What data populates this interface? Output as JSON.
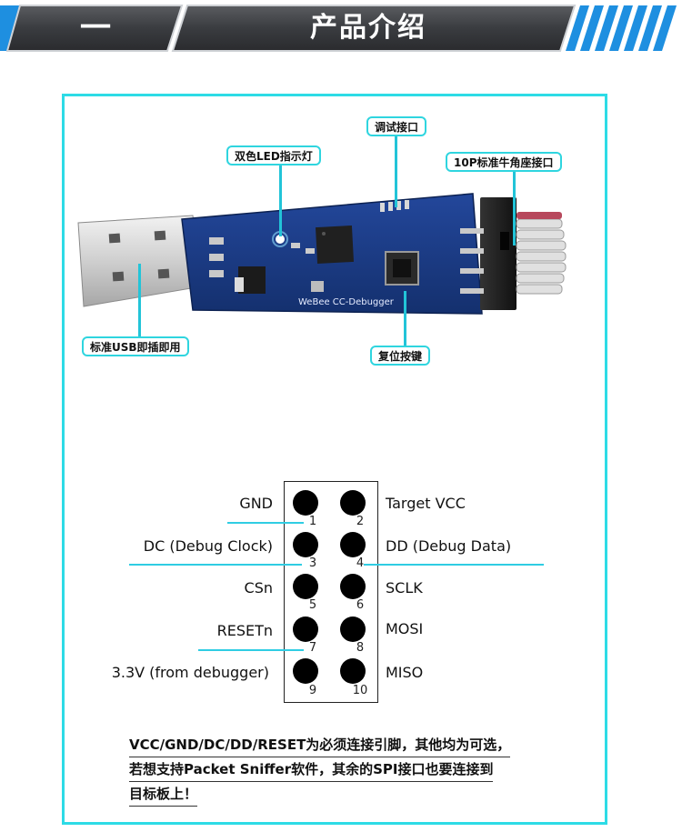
{
  "header": {
    "section_number": "一",
    "title": "产品介绍"
  },
  "board": {
    "brand_text": "WeBee CC-Debugger"
  },
  "callouts": {
    "debug_port": "调试接口",
    "led": "双色LED指示灯",
    "idc_port": "10P标准牛角座接口",
    "usb": "标准USB即插即用",
    "reset": "复位按键"
  },
  "pinout": {
    "pins": [
      {
        "num": "1",
        "label": "GND"
      },
      {
        "num": "2",
        "label": "Target VCC"
      },
      {
        "num": "3",
        "label": "DC (Debug Clock)"
      },
      {
        "num": "4",
        "label": "DD (Debug Data)"
      },
      {
        "num": "5",
        "label": "CSn"
      },
      {
        "num": "6",
        "label": "SCLK"
      },
      {
        "num": "7",
        "label": "RESETn"
      },
      {
        "num": "8",
        "label": "MOSI"
      },
      {
        "num": "9",
        "label": "3.3V (from debugger)"
      },
      {
        "num": "10",
        "label": "MISO"
      }
    ]
  },
  "notes": [
    "VCC/GND/DC/DD/RESET为必须连接引脚，其他均为可选，",
    "若想支持Packet Sniffer软件，其余的SPI接口也要连接到",
    "目标板上！"
  ],
  "colors": {
    "accent": "#2ddbe6",
    "banner_dark": "#3d3f42",
    "banner_blue": "#1e8fe0",
    "pcb_blue": "#1a3c8c"
  }
}
